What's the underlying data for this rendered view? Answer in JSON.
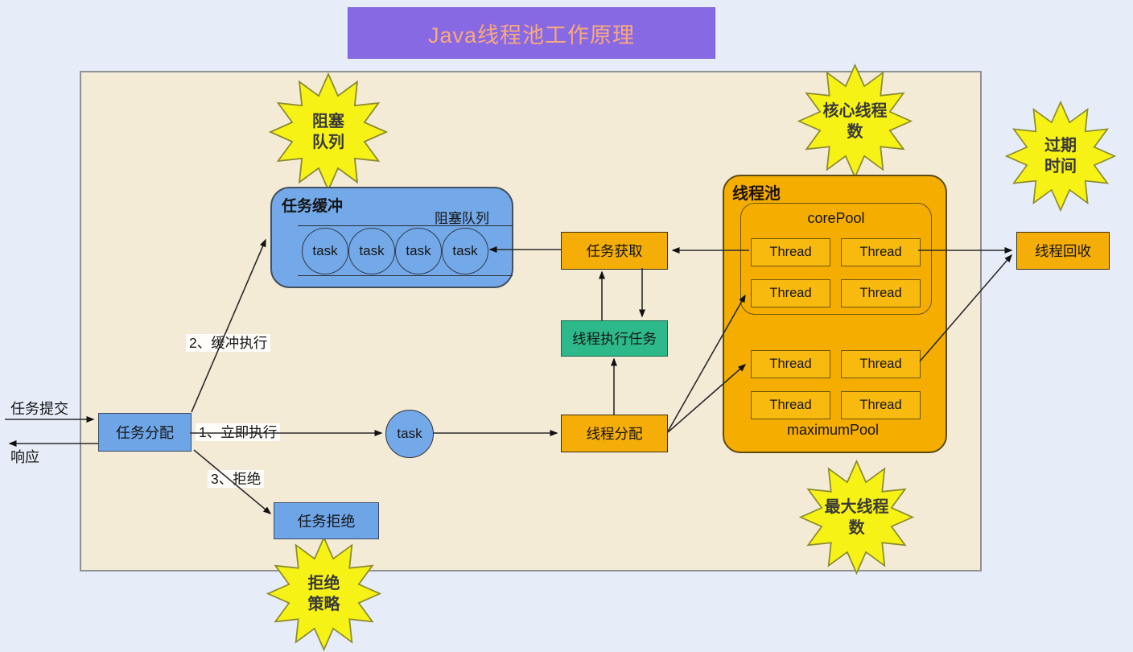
{
  "title": "Java线程池工作原理",
  "colors": {
    "page_background": "#e7edf8",
    "panel_background": "#f4ebd7",
    "title_background": "#8769e3",
    "title_text": "#f9a87e",
    "star_yellow": "#f7f215",
    "blue": "#73a9e9",
    "orange": "#f5ae00",
    "thread_box_orange": "#f9ba10",
    "green": "#2eb98a"
  },
  "stars": {
    "blocking_queue": {
      "line1": "阻塞",
      "line2": "队列"
    },
    "core_threads": {
      "line1": "核心线程",
      "line2": "数"
    },
    "expire_time": {
      "line1": "过期",
      "line2": "时间"
    },
    "max_threads": {
      "line1": "最大线程",
      "line2": "数"
    },
    "reject_policy": {
      "line1": "拒绝",
      "line2": "策略"
    }
  },
  "buffer": {
    "header": "任务缓冲",
    "queue_label": "阻塞队列",
    "tasks": [
      "task",
      "task",
      "task",
      "task"
    ]
  },
  "pool": {
    "title": "线程池",
    "core_label": "corePool",
    "max_label": "maximumPool",
    "core_threads": [
      "Thread",
      "Thread",
      "Thread",
      "Thread"
    ],
    "max_threads": [
      "Thread",
      "Thread",
      "Thread",
      "Thread"
    ]
  },
  "nodes": {
    "task_fetch": "任务获取",
    "thread_exec": "线程执行任务",
    "thread_assign": "线程分配",
    "thread_recycle": "线程回收",
    "task_assign": "任务分配",
    "task_reject": "任务拒绝",
    "task_circle": "task"
  },
  "edge_labels": {
    "submit": "任务提交",
    "response": "响应",
    "buffer_exec": "2、缓冲执行",
    "immediate": "1、立即执行",
    "reject": "3、拒绝"
  }
}
